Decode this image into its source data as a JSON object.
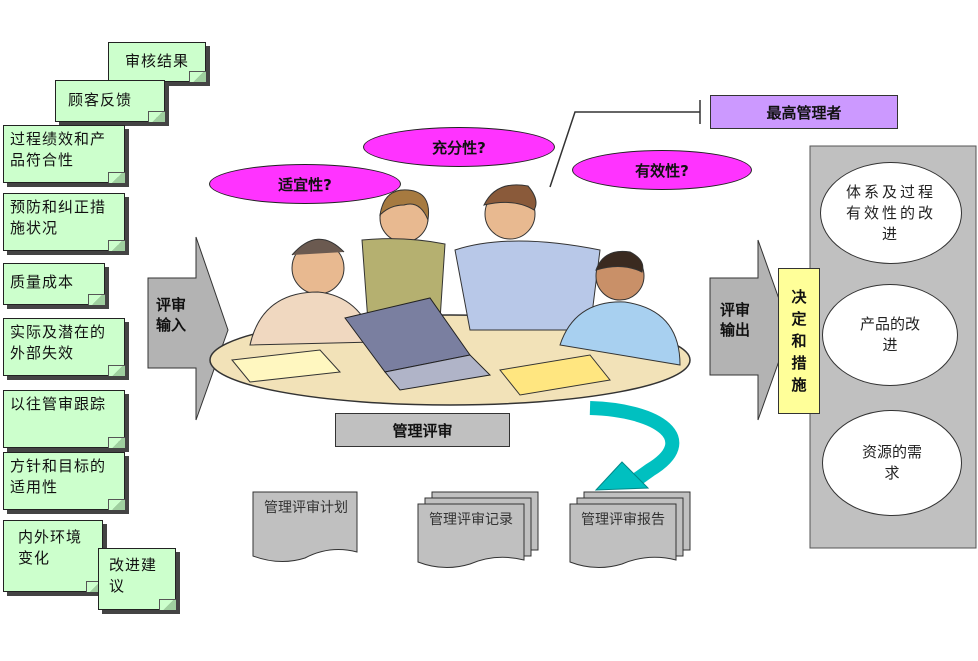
{
  "inputs": [
    {
      "id": "audit",
      "text": "审核结果"
    },
    {
      "id": "feedback",
      "text": "顾客反馈"
    },
    {
      "id": "process",
      "text": "过程绩效和产品符合性"
    },
    {
      "id": "preventive",
      "text": "预防和纠正措施状况"
    },
    {
      "id": "cost",
      "text": "质量成本"
    },
    {
      "id": "failure",
      "text": "实际及潜在的外部失效"
    },
    {
      "id": "followup",
      "text": "以往管审跟踪"
    },
    {
      "id": "policy",
      "text": "方针和目标的适用性"
    },
    {
      "id": "env",
      "text": "内外环境变化"
    },
    {
      "id": "improve",
      "text": "改进建议"
    }
  ],
  "review_input": "评审输入",
  "review_output": "评审输出",
  "questions": {
    "suitability": "适宜性?",
    "adequacy": "充分性?",
    "effectiveness": "有效性?"
  },
  "top_management": "最高管理者",
  "management_review": "管理评审",
  "documents": [
    {
      "id": "plan",
      "text": "管理评审计划"
    },
    {
      "id": "record",
      "text": "管理评审记录"
    },
    {
      "id": "report",
      "text": "管理评审报告"
    }
  ],
  "decision": "决定和措施",
  "outputs": [
    {
      "id": "system",
      "text": "体系及过程有效性的改进"
    },
    {
      "id": "product",
      "text": "产品的改进"
    },
    {
      "id": "resource",
      "text": "资源的需求"
    }
  ],
  "colors": {
    "note": "#ccffcc",
    "oval": "#ff33ff",
    "top_mgmt": "#cc99ff",
    "decision": "#ffff99",
    "grey_panel": "#c0c0c0",
    "arrow_teal": "#00c0c0"
  }
}
